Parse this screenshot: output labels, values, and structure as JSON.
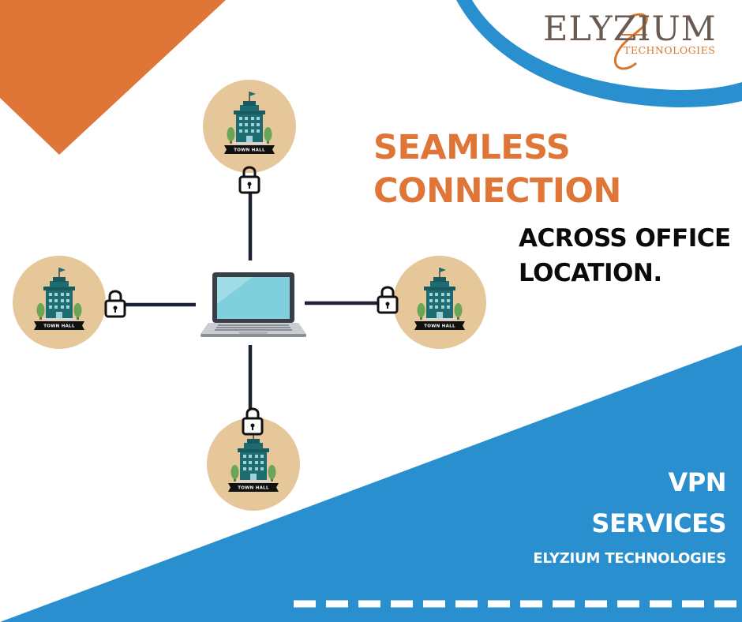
{
  "brand": {
    "logo_main": "ELYZIUM",
    "logo_sub": "TECHNOLOGIES"
  },
  "headline": {
    "line1": "SEAMLESS",
    "line2": "CONNECTION"
  },
  "subheadline": {
    "line1": "ACROSS OFFICE",
    "line2": "LOCATION."
  },
  "service": {
    "line1": "VPN",
    "line2": "SERVICES",
    "company": "ELYZIUM TECHNOLOGIES"
  },
  "diagram": {
    "hub": "laptop-icon",
    "nodes": [
      {
        "label": "TOWN HALL",
        "position": "top"
      },
      {
        "label": "TOWN HALL",
        "position": "left"
      },
      {
        "label": "TOWN HALL",
        "position": "right"
      },
      {
        "label": "TOWN HALL",
        "position": "bottom"
      }
    ],
    "connector_icon": "padlock-icon"
  },
  "colors": {
    "orange": "#e07538",
    "blue": "#2a8fce",
    "dark_blue": "#1c75b5",
    "tan_circle": "#e6c799",
    "building_teal": "#1f6b72",
    "line_dark": "#1a2233",
    "text_dark": "#0a0a0a",
    "white": "#ffffff"
  }
}
